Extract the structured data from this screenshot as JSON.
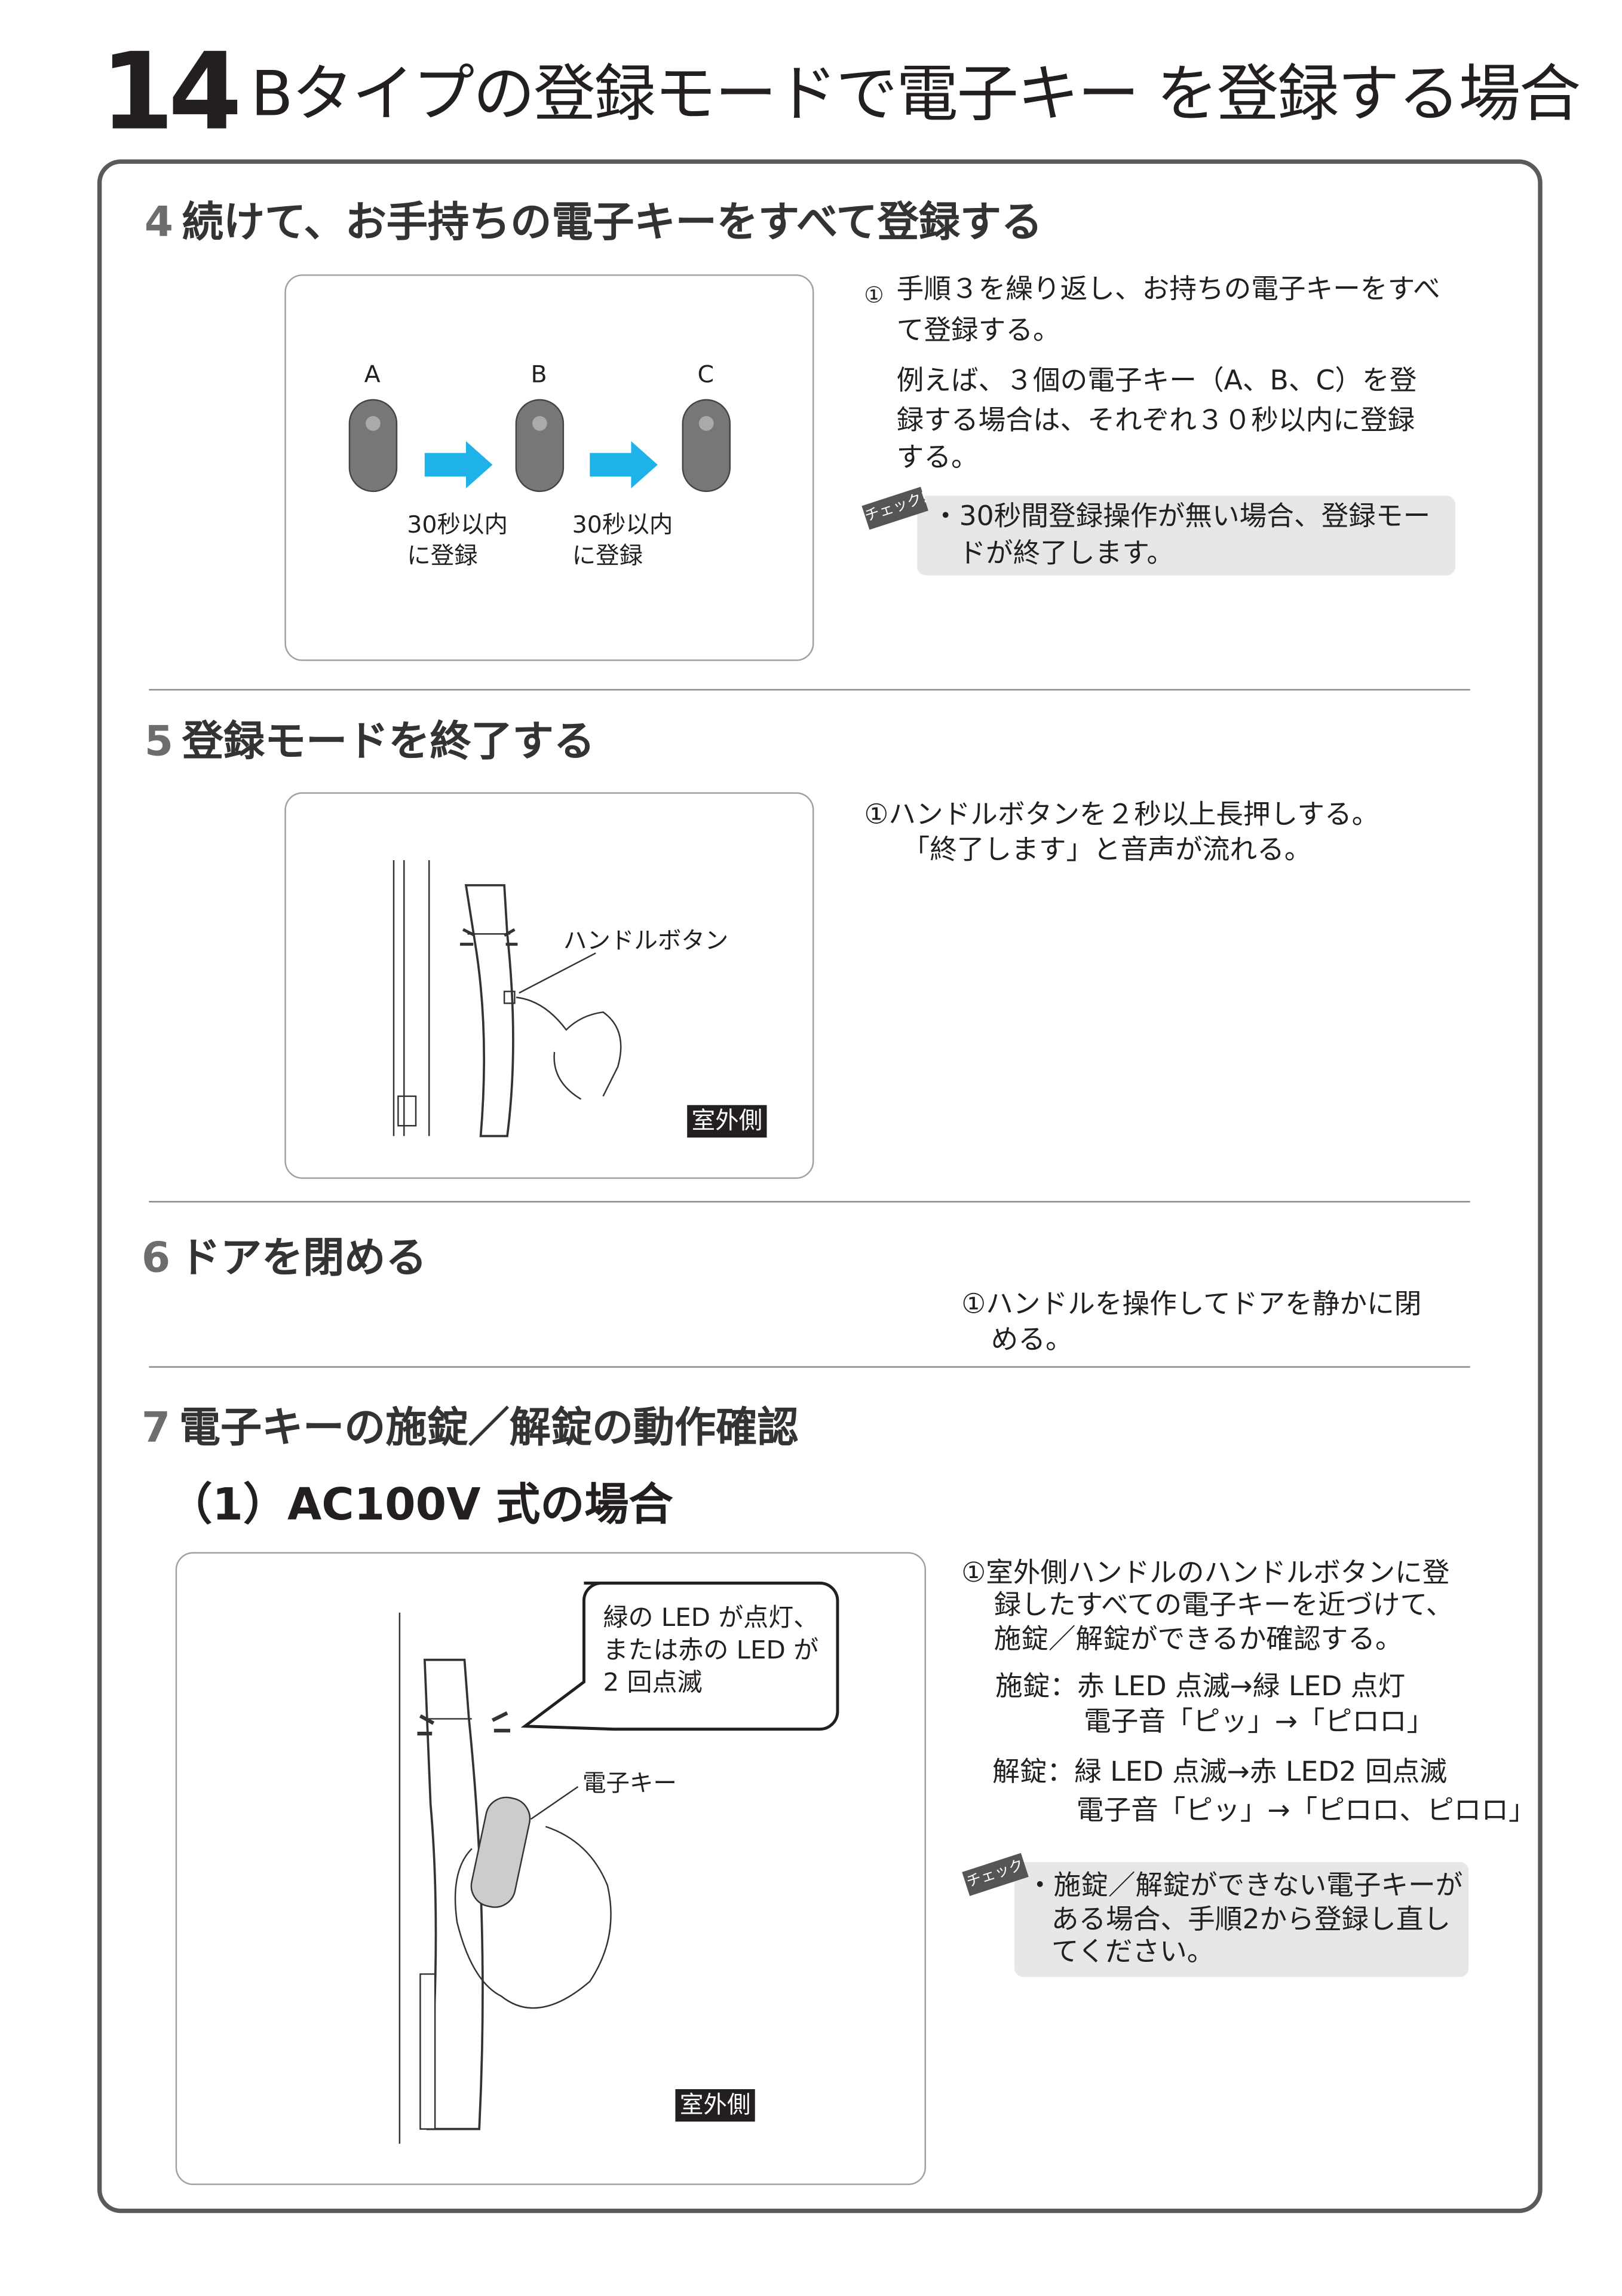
{
  "header": {
    "page_number": "14",
    "title": "Bタイプの登録モードで電子キー を登録する場合"
  },
  "step4": {
    "number": "4",
    "title": "続けて、お手持ちの電子キーをすべて登録する",
    "keys": [
      "A",
      "B",
      "C"
    ],
    "captions": [
      [
        "30秒以内",
        "に登録"
      ],
      [
        "30秒以内",
        "に登録"
      ]
    ],
    "marker": "①",
    "lines": [
      "手順３を繰り返し、お持ちの電子キーをすべ",
      "て登録する。"
    ],
    "example": [
      "例えば、３個の電子キー（A、B、C）を登",
      "録する場合は、それぞれ３０秒以内に登録",
      "する。"
    ],
    "check_label": "チェック!",
    "check": [
      "・30秒間登録操作が無い場合、登録モー",
      "ドが終了します。"
    ]
  },
  "step5": {
    "number": "5",
    "title": "登録モードを終了する",
    "button_label": "ハンドルボタン",
    "side_label": "室外側",
    "lines": [
      "①ハンドルボタンを２秒以上長押しする。",
      "「終了します」と音声が流れる。"
    ]
  },
  "step6": {
    "number": "6",
    "title": "ドアを閉める",
    "lines": [
      "①ハンドルを操作してドアを静かに閉",
      "める。"
    ]
  },
  "step7": {
    "number": "7",
    "title": "電子キーの施錠／解錠の動作確認",
    "subtitle": "（1）AC100V 式の場合",
    "bubble": [
      "緑の LED が点灯、",
      "または赤の LED が",
      "2 回点滅"
    ],
    "key_label": "電子キー",
    "side_label": "室外側",
    "lines": [
      "①室外側ハンドルのハンドルボタンに登",
      "録したすべての電子キーを近づけて、",
      "施錠／解錠ができるか確認する。"
    ],
    "lock": "施錠：赤 LED 点滅→緑 LED 点灯",
    "lock_sound": "電子音「ピッ」→「ピロロ」",
    "unlock": "解錠：緑 LED 点滅→赤 LED2 回点滅",
    "unlock_sound": "電子音「ピッ」→「ピロロ、ピロロ」",
    "check_label": "チェック",
    "check": [
      "・施錠／解錠ができない電子キーが",
      "ある場合、手順2から登録し直し",
      "てください。"
    ]
  },
  "colors": {
    "arrow": "#1fb2e8",
    "frame": "#5a5a5a",
    "check_bg": "#e6e7e8"
  }
}
